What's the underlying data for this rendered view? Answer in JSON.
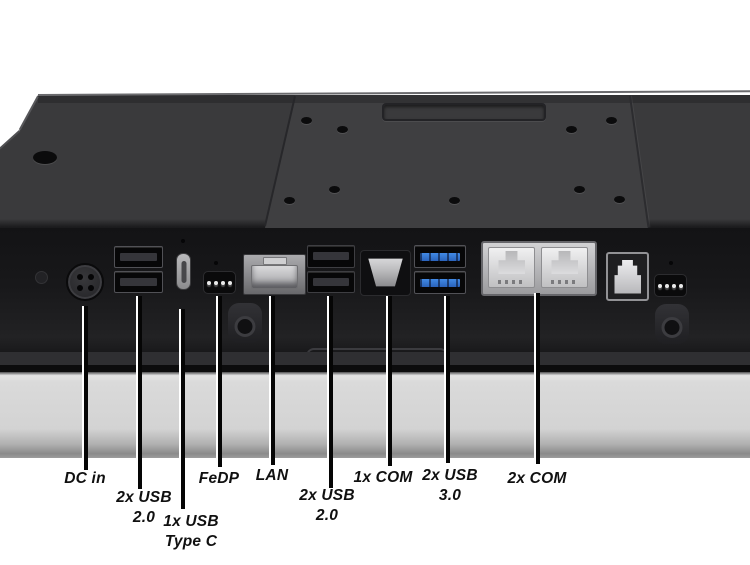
{
  "figure": {
    "callouts": [
      {
        "label": "DC in"
      },
      {
        "label": "2x USB\n2.0"
      },
      {
        "label": "1x USB\nType C"
      },
      {
        "label": "FeDP"
      },
      {
        "label": "LAN"
      },
      {
        "label": "2x USB\n2.0"
      },
      {
        "label": "1x COM"
      },
      {
        "label": "2x USB\n3.0"
      },
      {
        "label": "2x COM"
      }
    ],
    "ports": [
      {
        "name": "dc-in-4pin-connector"
      },
      {
        "name": "usb-2.0-dual-stack-left"
      },
      {
        "name": "usb-type-c-port"
      },
      {
        "name": "fedp-connector"
      },
      {
        "name": "lan-rj45-port"
      },
      {
        "name": "usb-2.0-dual-stack-mid"
      },
      {
        "name": "com-serial-port"
      },
      {
        "name": "usb-3.0-dual-stack"
      },
      {
        "name": "dual-com-rj45-ports"
      },
      {
        "name": "rj45-port-right"
      },
      {
        "name": "small-connector-right"
      }
    ]
  },
  "colors": {
    "background": "#ffffff",
    "chassis_gray": "#3c3c3e",
    "io_band_black": "#18181a",
    "silver_trim": "#d3d3d3",
    "usb3_blue": "#3173d2",
    "callout_line": "#000000",
    "label_text": "#101010"
  }
}
